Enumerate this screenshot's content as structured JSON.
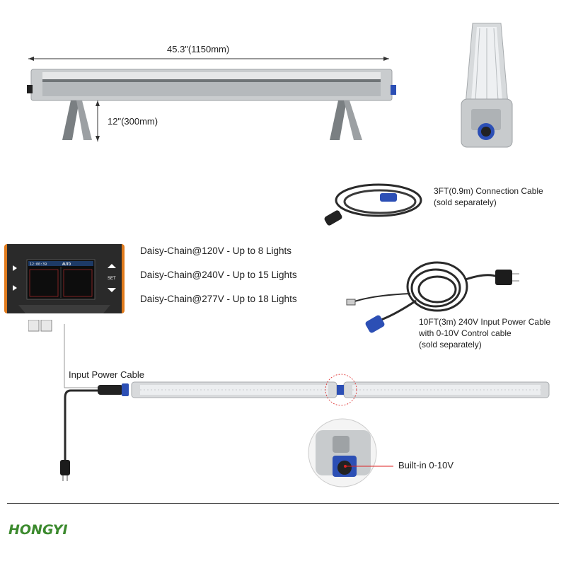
{
  "dimensions": {
    "length_label": "45.3\"(1150mm)",
    "height_label": "12\"(300mm)"
  },
  "accessories": {
    "connection_cable": {
      "line1": "3FT(0.9m) Connection Cable",
      "line2": "(sold separately)"
    },
    "input_power_cable": {
      "line1": "10FT(3m) 240V Input Power Cable",
      "line2": "with 0-10V Control cable",
      "line3": "(sold separately)"
    }
  },
  "daisy_chain": [
    "Daisy-Chain@120V - Up to 8 Lights",
    "Daisy-Chain@240V - Up to 15 Lights",
    "Daisy-Chain@277V - Up to 18 Lights"
  ],
  "labels": {
    "input_power_cable": "Input Power Cable",
    "builtin_dimming": "Built-in 0-10V"
  },
  "controller": {
    "screen_mode": "AUTO",
    "screen_time": "12:00:39",
    "set_button": "SET"
  },
  "brand": {
    "logo_text": "HONGYI"
  },
  "colors": {
    "connector_blue": "#2c4fb5",
    "controller_orange": "#e07a1c",
    "logo_green": "#3c8a2e",
    "callout_red": "#d22"
  }
}
